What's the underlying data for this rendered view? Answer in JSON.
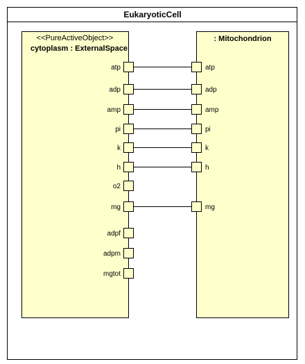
{
  "diagram": {
    "title": "EukaryoticCell",
    "left_part": {
      "stereotype": "<<PureActiveObject>>",
      "name": "cytoplasm : ExternalSpace",
      "ports": [
        "atp",
        "adp",
        "amp",
        "pi",
        "k",
        "h",
        "o2",
        "mg",
        "adpf",
        "adpm",
        "mgtot"
      ]
    },
    "right_part": {
      "name": ": Mitochondrion",
      "ports": [
        "atp",
        "adp",
        "amp",
        "pi",
        "k",
        "h",
        "mg"
      ]
    },
    "connectors": [
      {
        "from": "atp",
        "to": "atp"
      },
      {
        "from": "adp",
        "to": "adp"
      },
      {
        "from": "amp",
        "to": "amp"
      },
      {
        "from": "pi",
        "to": "pi"
      },
      {
        "from": "k",
        "to": "k"
      },
      {
        "from": "h",
        "to": "h"
      },
      {
        "from": "mg",
        "to": "mg"
      }
    ],
    "colors": {
      "part_fill": "#ffffcc",
      "port_fill": "#ffffcc",
      "border": "#000000",
      "line": "#000000",
      "background": "#ffffff"
    }
  }
}
